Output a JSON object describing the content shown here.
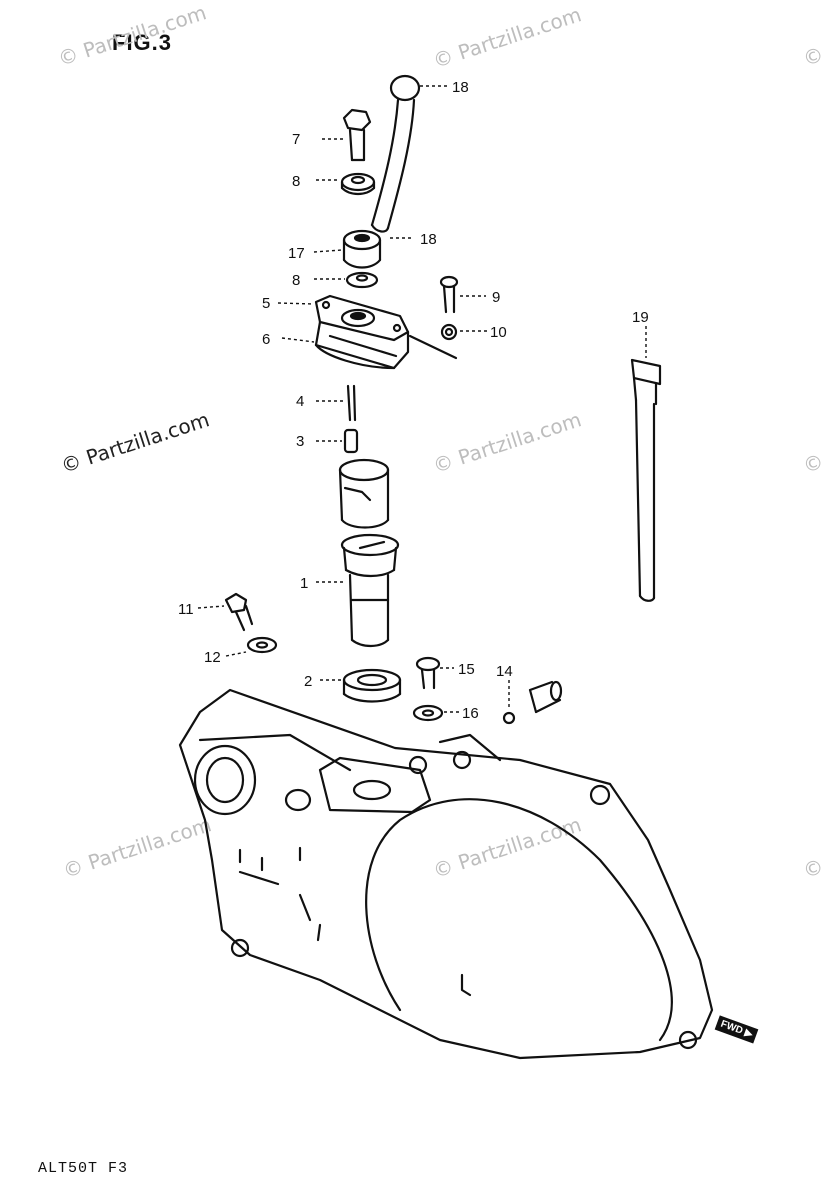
{
  "figure": {
    "title": "FIG.3",
    "model_code": "ALT50T F3",
    "fwd_label": "FWD"
  },
  "watermarks": {
    "primary": "© Partzilla.com",
    "faint": "© Partzilla.com"
  },
  "parts": {
    "p1": "1",
    "p2": "2",
    "p3": "3",
    "p4": "4",
    "p5": "5",
    "p6": "6",
    "p7": "7",
    "p8a": "8",
    "p8b": "8",
    "p9": "9",
    "p10": "10",
    "p11": "11",
    "p12": "12",
    "p14": "14",
    "p15": "15",
    "p16": "16",
    "p17": "17",
    "p18a": "18",
    "p18b": "18",
    "p19": "19"
  }
}
